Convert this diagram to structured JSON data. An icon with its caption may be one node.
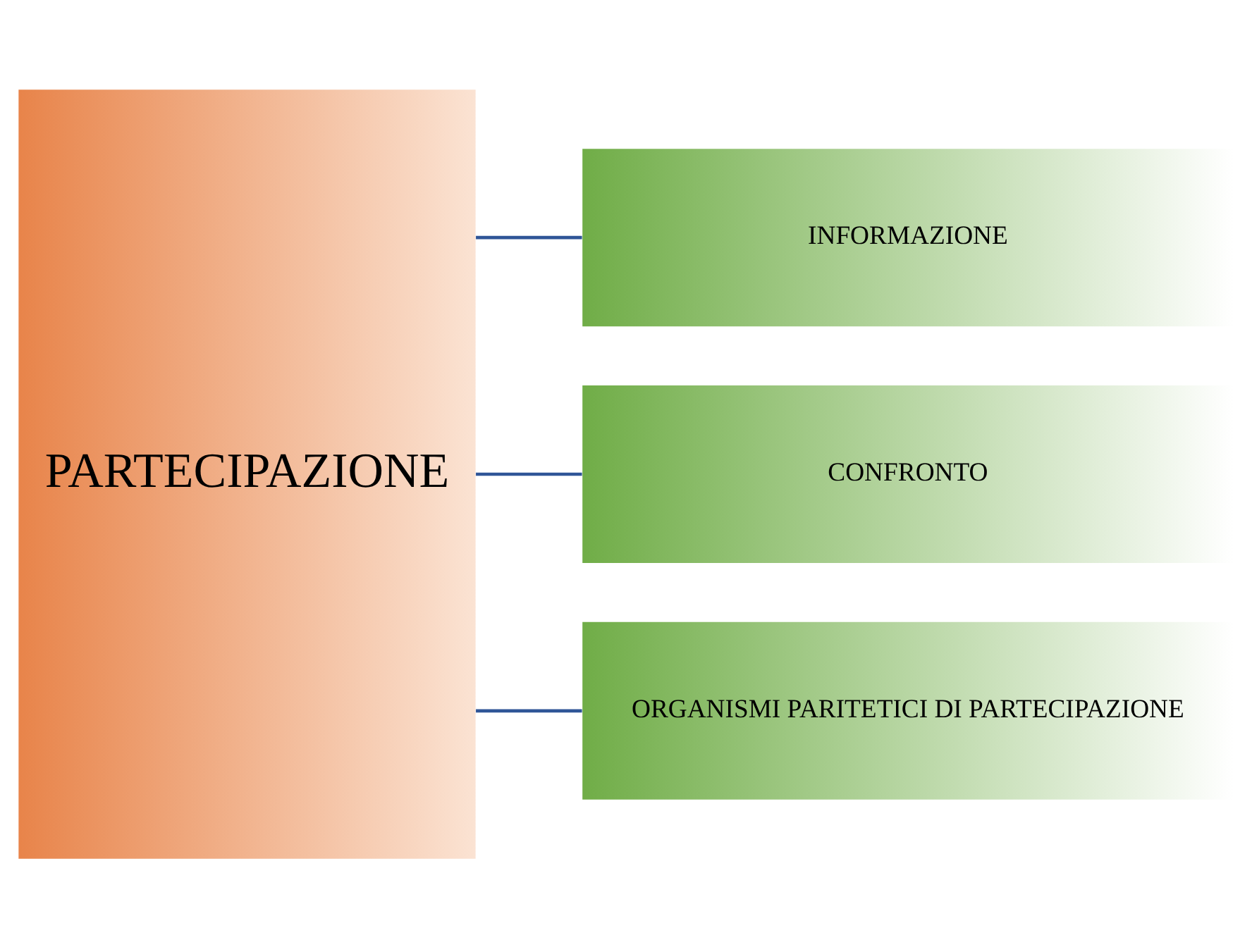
{
  "diagram": {
    "nodes": [
      {
        "text": [
          "PARTECIPAZIONE"
        ]
      },
      {
        "text": [
          "INFORMAZIONE"
        ]
      },
      {
        "text": [
          "CONFRONTO"
        ]
      },
      {
        "text": [
          "ORGANISMI PARITETICI DI PARTECIPAZIONE"
        ]
      }
    ],
    "edges": [
      {
        "from": 0,
        "to": 1,
        "arrow": "none"
      },
      {
        "from": 0,
        "to": 2,
        "arrow": "none"
      },
      {
        "from": 0,
        "to": 3,
        "arrow": "none"
      }
    ]
  }
}
